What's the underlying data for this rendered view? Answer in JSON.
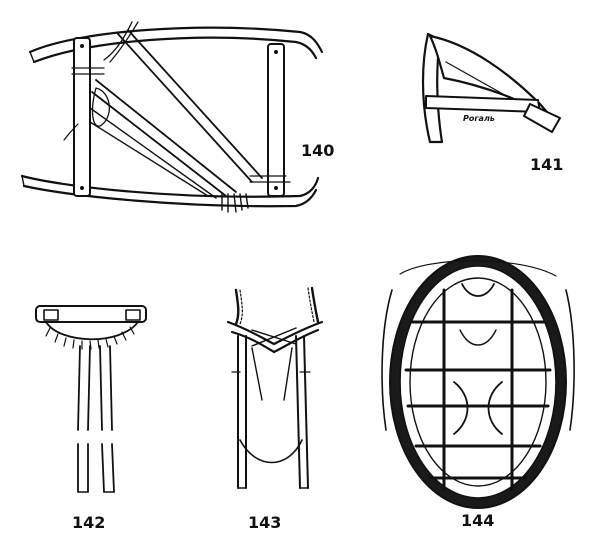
{
  "figures": [
    {
      "id": "fig-140",
      "number": "140"
    },
    {
      "id": "fig-141",
      "number": "141",
      "annotation": "Рогаль"
    },
    {
      "id": "fig-142",
      "number": "142"
    },
    {
      "id": "fig-143",
      "number": "143"
    },
    {
      "id": "fig-144",
      "number": "144"
    }
  ]
}
